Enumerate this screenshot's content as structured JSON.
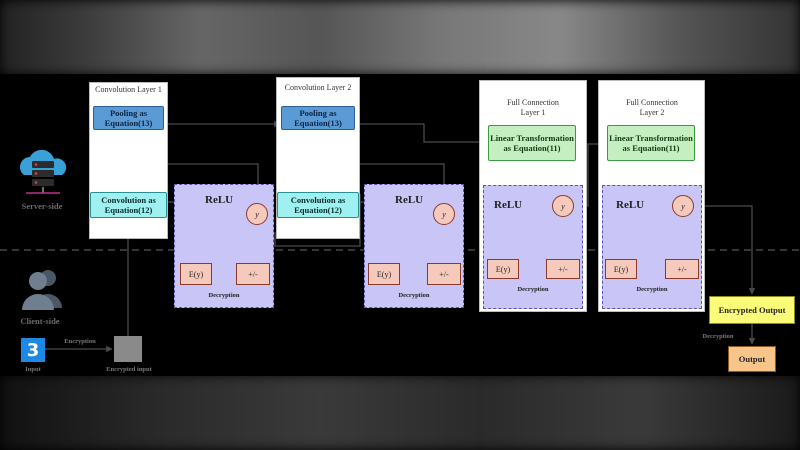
{
  "labels": {
    "server_side": "Server-side",
    "client_side": "Client-side",
    "input": "Input",
    "input_digit": "3",
    "encryption": "Encryption",
    "encrypted_input": "Encrypted input",
    "decryption": "Decryption",
    "encrypted_output": "Encrypted Output",
    "output": "Output"
  },
  "conv1": {
    "title": "Convolution Layer 1",
    "pooling": "Pooling as Equation(13)",
    "convolution": "Convolution as Equation(12)"
  },
  "conv2": {
    "title": "Convolution Layer 2",
    "pooling": "Pooling as Equation(13)",
    "convolution": "Convolution as Equation(12)"
  },
  "fc1": {
    "title": "Full Connection Layer 1",
    "linear": "Linear Transformation as Equation(11)"
  },
  "fc2": {
    "title": "Full Connection Layer 2",
    "linear": "Linear Transformation as Equation(11)"
  },
  "relu": {
    "label": "ReLU",
    "y": "y",
    "ey": "E(y)",
    "pm": "+/-",
    "decryption": "Decryption"
  },
  "colors": {
    "pooling": "#5b9bd5",
    "convolution": "#9ff0f0",
    "linear": "#c5efc0",
    "relu_panel": "#c9c5f6",
    "op_node": "#f6c9bd",
    "encrypted_output": "#fbfb7a",
    "output": "#f7c48a"
  }
}
